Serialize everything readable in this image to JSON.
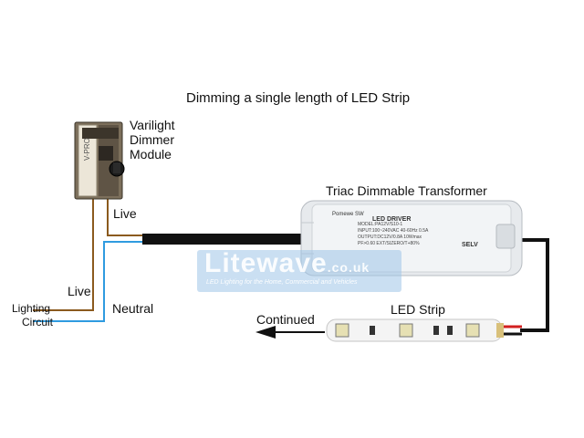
{
  "title": "Dimming a single length of LED Strip",
  "dimmer": {
    "label_lines": [
      "Varilight",
      "Dimmer",
      "Module"
    ],
    "side_text": "V-PRO"
  },
  "transformer": {
    "label": "Triac Dimmable Transformer",
    "brand": "Pomewe SW",
    "panel_title": "LED DRIVER",
    "spec_lines": [
      "MODEL:PA12V/S10-1",
      "INPUT:100~240VAC  40-60Hz 0.5A",
      "OUTPUT:DC12V/0.8A 10Wmax",
      "PF>0.60 EXT/SIZERO/T+80%"
    ],
    "selv": "SELV"
  },
  "wires": {
    "live_top": "Live",
    "live_left": "Live",
    "neutral": "Neutral",
    "lighting_circuit_lines": [
      "Lighting",
      "Circuit"
    ]
  },
  "strip": {
    "label": "LED Strip",
    "continued": "Continued"
  },
  "watermark": {
    "brand_main": "Litewave",
    "brand_suffix": ".co.uk",
    "tagline": "LED Lighting for the Home, Commercial and Vehicles"
  },
  "colors": {
    "live_wire": "#8b5a1e",
    "neutral_wire": "#2f9be0",
    "cable": "#111111",
    "watermark": "#9fc4e8",
    "red_lead": "#d21f1f"
  }
}
